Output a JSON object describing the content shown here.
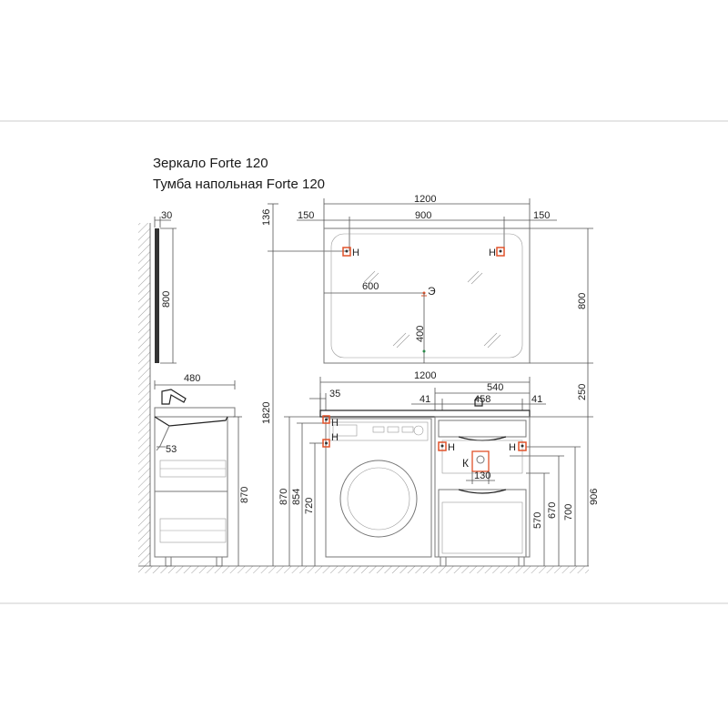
{
  "titles": {
    "line1": "Зеркало Forte 120",
    "line2": "Тумба напольная Forte 120"
  },
  "dims": {
    "d30": "30",
    "d800_left": "800",
    "d480": "480",
    "d53": "53",
    "d870_side": "870",
    "d136": "136",
    "d1820": "1820",
    "d870_front": "870",
    "d854": "854",
    "d720": "720",
    "d35": "35",
    "d1200_top": "1200",
    "d150_left": "150",
    "d900": "900",
    "d150_right": "150",
    "d600": "600",
    "d400": "400",
    "d800_right": "800",
    "d1200_cab": "1200",
    "d250": "250",
    "d540": "540",
    "d41_left": "41",
    "d458": "458",
    "d41_right": "41",
    "d130": "130",
    "d906": "906",
    "d700": "700",
    "d670": "670",
    "d570": "570"
  },
  "labels": {
    "h_mirror_left": "Н",
    "h_mirror_right": "Н",
    "e_socket": "Э",
    "h_left_1": "Н",
    "h_left_2": "Н",
    "h_cab_left": "Н",
    "h_cab_right": "Н",
    "k_drain": "К"
  },
  "colors": {
    "marker": "#e0522a",
    "line": "#555555",
    "frame": "#bbbbbb"
  }
}
